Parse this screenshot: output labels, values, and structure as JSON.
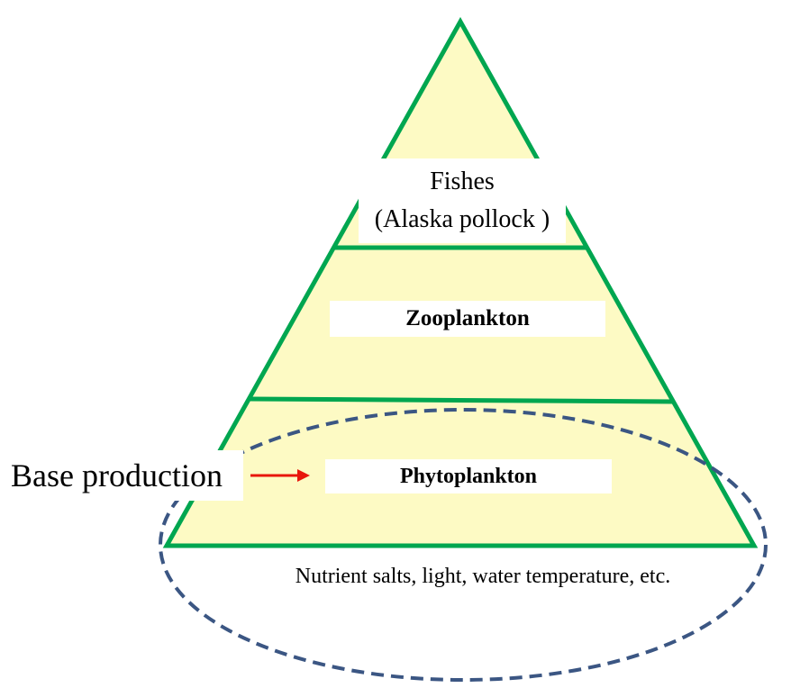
{
  "pyramid": {
    "top_label": "Fishes",
    "top_sublabel": "(Alaska pollock )",
    "middle_label": "Zooplankton",
    "bottom_label": "Phytoplankton"
  },
  "base_production_label": "Base production",
  "environment_label": "Nutrient salts, light, water temperature, etc.",
  "colors": {
    "pyramid_fill": "#fdfac4",
    "pyramid_stroke": "#00a650",
    "ellipse_stroke": "#3b5683",
    "arrow": "#e8160c"
  }
}
